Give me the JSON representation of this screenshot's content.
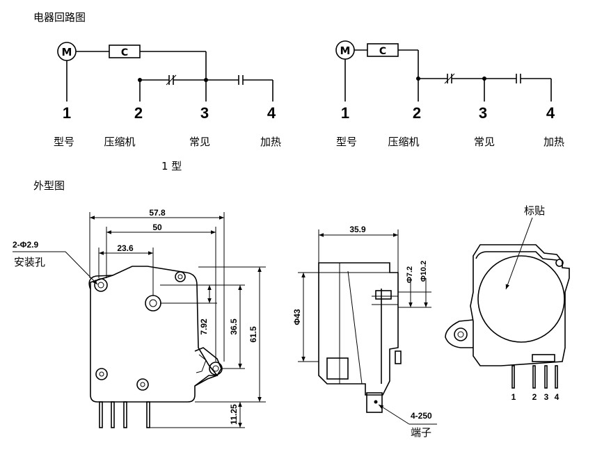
{
  "headings": {
    "circuit": "电器回路图",
    "type_label": "1 型",
    "outline": "外型图"
  },
  "circuit": {
    "motor": "M",
    "capacitor": "C",
    "terminals": [
      "1",
      "2",
      "3",
      "4"
    ],
    "labels": [
      "型号",
      "压缩机",
      "常见",
      "加热"
    ]
  },
  "dimensions": {
    "width_total": "57.8",
    "width_holes": "50",
    "offset": "23.6",
    "height_total": "61.5",
    "height_mid": "36.5",
    "height_small": "7.92",
    "pin_length": "11.25",
    "mount_holes": "2-Φ2.9",
    "mount_holes_label": "安装孔",
    "side_depth": "35.9",
    "shaft_d1": "Φ7.2",
    "shaft_d2": "Φ10.2",
    "side_height": "Φ43",
    "terminal_spec": "4-250",
    "terminal_label": "端子",
    "sticker_label": "标贴",
    "right_pins": [
      "1",
      "2",
      "3",
      "4"
    ]
  }
}
